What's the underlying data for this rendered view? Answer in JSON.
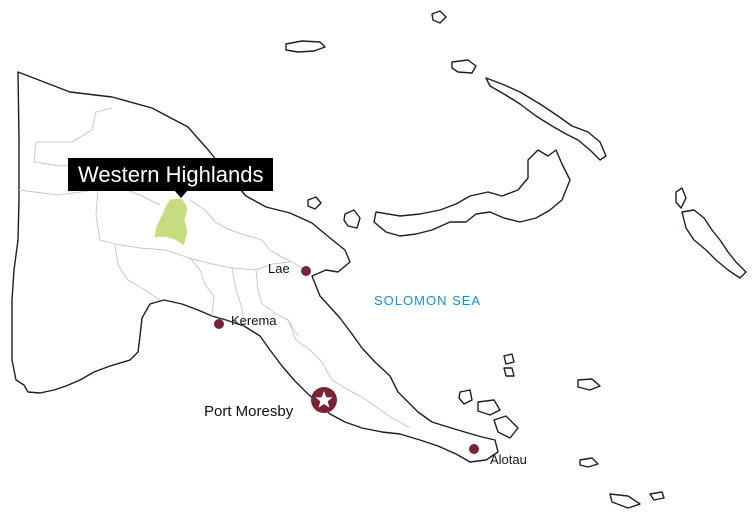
{
  "region": {
    "name": "Western Highlands",
    "color": "#c6dc7e"
  },
  "cities": [
    {
      "name": "Lae",
      "type": "city"
    },
    {
      "name": "Kerema",
      "type": "city"
    },
    {
      "name": "Alotau",
      "type": "city"
    },
    {
      "name": "Port Moresby",
      "type": "capital"
    }
  ],
  "sea": {
    "name": "SOLOMON SEA",
    "color": "#1e8fc7"
  },
  "colors": {
    "coastline": "#1c1c2b",
    "province_border": "#c8c8c8",
    "city_marker": "#7a2236",
    "callout_background": "#000000"
  },
  "icons": {
    "capital": "star-icon",
    "city": "dot-icon"
  }
}
